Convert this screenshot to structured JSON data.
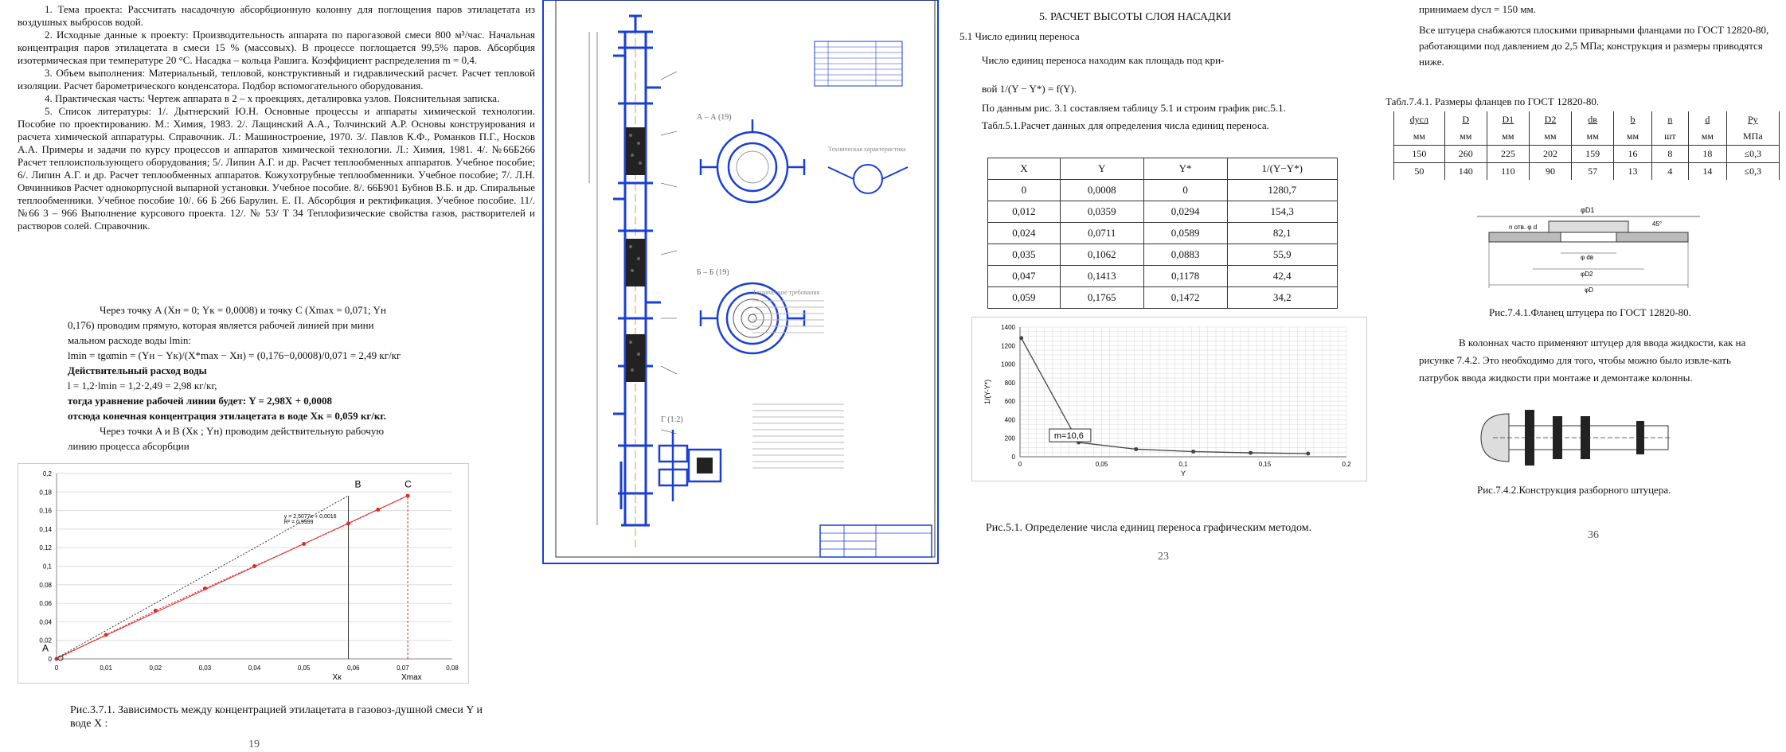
{
  "page1": {
    "items": [
      "1. Тема проекта: Рассчитать насадочную абсорбционную колонну для поглощения паров этилацетата из воздушных выбросов водой.",
      "2. Исходные данные к проекту: Производительность аппарата по парогазовой смеси 800 м³/час. Начальная концентрация паров этилацетата в смеси 15 % (массовых). В процессе поглощается 99,5% паров. Абсорбция изотермическая при температуре 20 °С. Насадка – кольца Рашига. Коэффициент распределения m = 0,4.",
      "3. Объем выполнения: Материальный, тепловой, конструктивный и гидравлический расчет. Расчет тепловой изоляции. Расчет барометрического конденсатора. Подбор вспомогательного оборудования.",
      "4. Практическая часть: Чертеж аппарата в 2 – х проекциях, деталировка узлов. Пояснительная записка.",
      "5. Список литературы: 1/. Дытнерский Ю.Н. Основные процессы и аппараты химической технологии. Пособие по проектированию. М.: Химия, 1983. 2/. Лащинский А.А., Толчинский А.Р. Основы конструирования и расчета химической аппаратуры. Справочник. Л.: Машиностроение, 1970. 3/. Павлов К.Ф., Романков П.Г., Носков А.А. Примеры и задачи по курсу процессов и аппаратов химической технологии. Л.: Химия, 1981. 4/. №66Б266 Расчет теплоиспользующего оборудования; 5/. Липин А.Г. и др. Расчет теплообменных аппаратов. Учебное пособие; 6/. Липин А.Г. и др. Расчет теплообменных аппаратов. Кожухотрубные теплообменники. Учебное пособие; 7/. Л.Н. Овчинников Расчет однокорпусной выпарной установки. Учебное пособие. 8/. 66Б901 Бубнов В.Б. и др. Спиральные теплообменники. Учебное пособие 10/. 66 Б 266 Барулин. Е. П. Абсорбция и ректификация. Учебное пособие. 11/. №66 3 – 966 Выполнение курсового проекта. 12/. № 53/ Т 34 Теплофизические свойства газов, растворителей и растворов солей. Справочник."
    ],
    "calc": [
      "Через точку A (Xн = 0; Yк = 0,0008) и точку C (Xmax = 0,071; Yн",
      "0,176) проводим прямую, которая является рабочей линией при мини",
      "мальном расходе воды lmin:",
      "lmin = tgαmin = (Yн − Yк)/(X*max − Xн) = (0,176−0,0008)/0,071 = 2,49 кг/кг",
      "Действительный расход воды",
      "l = 1,2·lmin = 1,2·2,49 = 2,98 кг/кг,",
      "тогда уравнение рабочей линии будет: Y = 2,98X + 0,0008",
      "отсюда конечная концентрация этилацетата в воде Xк = 0,059 кг/кг.",
      "Через точки A и B (Xк ; Yн) проводим действительную рабочую",
      "линию процесса абсорбции"
    ],
    "caption": "Рис.3.7.1. Зависимость между концентрацией этилацетата в газовоз-душной смеси Y и воде X :",
    "page_number": "19"
  },
  "chart1": {
    "type": "line",
    "yticks": [
      "0",
      "0,02",
      "0,04",
      "0,06",
      "0,08",
      "0,1",
      "0,12",
      "0,14",
      "0,16",
      "0,18",
      "0,2"
    ],
    "xticks": [
      "0",
      "0,01",
      "0,02",
      "0,03",
      "0,04",
      "0,05",
      "0,06",
      "0,07",
      "0,08"
    ],
    "equation": "y = 2,5077x + 0,0016",
    "r2": "R² = 0,9999",
    "labels": {
      "A": "A",
      "B": "B",
      "C": "C",
      "xk": "Xк",
      "xmax": "Xmax"
    },
    "series": [
      {
        "x": [
          0,
          0.01,
          0.02,
          0.03,
          0.04,
          0.05,
          0.059,
          0.065,
          0.071
        ],
        "y": [
          0,
          0.026,
          0.052,
          0.076,
          0.1,
          0.124,
          0.146,
          0.161,
          0.176
        ]
      },
      {
        "x": [
          0,
          0.059
        ],
        "y": [
          0.0008,
          0.176
        ]
      },
      {
        "x": [
          0,
          0.071
        ],
        "y": [
          0.0008,
          0.176
        ]
      }
    ],
    "xlim": [
      0,
      0.08
    ],
    "ylim": [
      0,
      0.2
    ]
  },
  "drawing": {
    "section1": "А – А (19)",
    "section2": "Б – Б (19)",
    "section3": "Г (1:2)",
    "tech_title": "Технические требования",
    "char_title": "Техническая характеристика"
  },
  "page23": {
    "title": "5. РАСЧЕТ ВЫСОТЫ СЛОЯ НАСАДКИ",
    "subtitle": "5.1 Число единиц переноса",
    "para1": "Число единиц переноса находим как площадь под кри-",
    "para1b": "вой 1/(Y − Y*) = f(Y).",
    "para2": "По данным рис. 3.1 составляем таблицу 5.1 и строим график рис.5.1.",
    "table_title": "Табл.5.1.Расчет данных для определения числа единиц переноса.",
    "headers": [
      "X",
      "Y",
      "Y*",
      "1/(Y−Y*)"
    ],
    "rows": [
      [
        "0",
        "0,0008",
        "0",
        "1280,7"
      ],
      [
        "0,012",
        "0,0359",
        "0,0294",
        "154,3"
      ],
      [
        "0,024",
        "0,0711",
        "0,0589",
        "82,1"
      ],
      [
        "0,035",
        "0,1062",
        "0,0883",
        "55,9"
      ],
      [
        "0,047",
        "0,1413",
        "0,1178",
        "42,4"
      ],
      [
        "0,059",
        "0,1765",
        "0,1472",
        "34,2"
      ]
    ],
    "caption": "Рис.5.1. Определение числа единиц переноса графическим методом.",
    "page_number": "23"
  },
  "chart2": {
    "type": "line",
    "ylabel": "1/(Y-Y*)",
    "xlabel": "Y",
    "yticks": [
      "0",
      "200",
      "400",
      "600",
      "800",
      "1000",
      "1200",
      "1400"
    ],
    "xticks": [
      "0",
      "0,05",
      "0,1",
      "0,15",
      "0,2"
    ],
    "annotation": "m=10,6",
    "x": [
      0.0008,
      0.0359,
      0.0711,
      0.1062,
      0.1413,
      0.1765
    ],
    "y": [
      1280.7,
      154.3,
      82.1,
      55.9,
      42.4,
      34.2
    ],
    "xlim": [
      0,
      0.2
    ],
    "ylim": [
      0,
      1400
    ]
  },
  "page36": {
    "line1": "принимаем dусл = 150 мм.",
    "para1": "Все штуцера снабжаются плоскими приварными фланцами по ГОСТ 12820-80, работающими под давлением до 2,5 МПа; конструкция и размеры приводятся ниже.",
    "table_title": "Табл.7.4.1. Размеры фланцев по ГОСТ 12820-80.",
    "headers": [
      "dусл",
      "D",
      "D1",
      "D2",
      "dв",
      "b",
      "n",
      "d",
      "Pу"
    ],
    "units": [
      "мм",
      "мм",
      "мм",
      "мм",
      "мм",
      "мм",
      "шт",
      "мм",
      "МПа"
    ],
    "rows": [
      [
        "150",
        "260",
        "225",
        "202",
        "159",
        "16",
        "8",
        "18",
        "≤0,3"
      ],
      [
        "50",
        "140",
        "110",
        "90",
        "57",
        "13",
        "4",
        "14",
        "≤0,3"
      ]
    ],
    "fig1_caption": "Рис.7.4.1.Фланец штуцера по ГОСТ 12820-80.",
    "fig_labels": {
      "d1": "φD1",
      "d2": "φD2",
      "d": "φD",
      "dv": "φ dв",
      "hole": "n отв. φ d",
      "angle": "45°"
    },
    "para2": "В колоннах часто применяют штуцер для ввода жидкости, как на рисунке 7.4.2. Это необходимо для того, чтобы можно было извле-кать патрубок ввода жидкости при монтаже и демонтаже колонны.",
    "fig2_caption": "Рис.7.4.2.Конструкция разборного штуцера.",
    "page_number": "36"
  }
}
